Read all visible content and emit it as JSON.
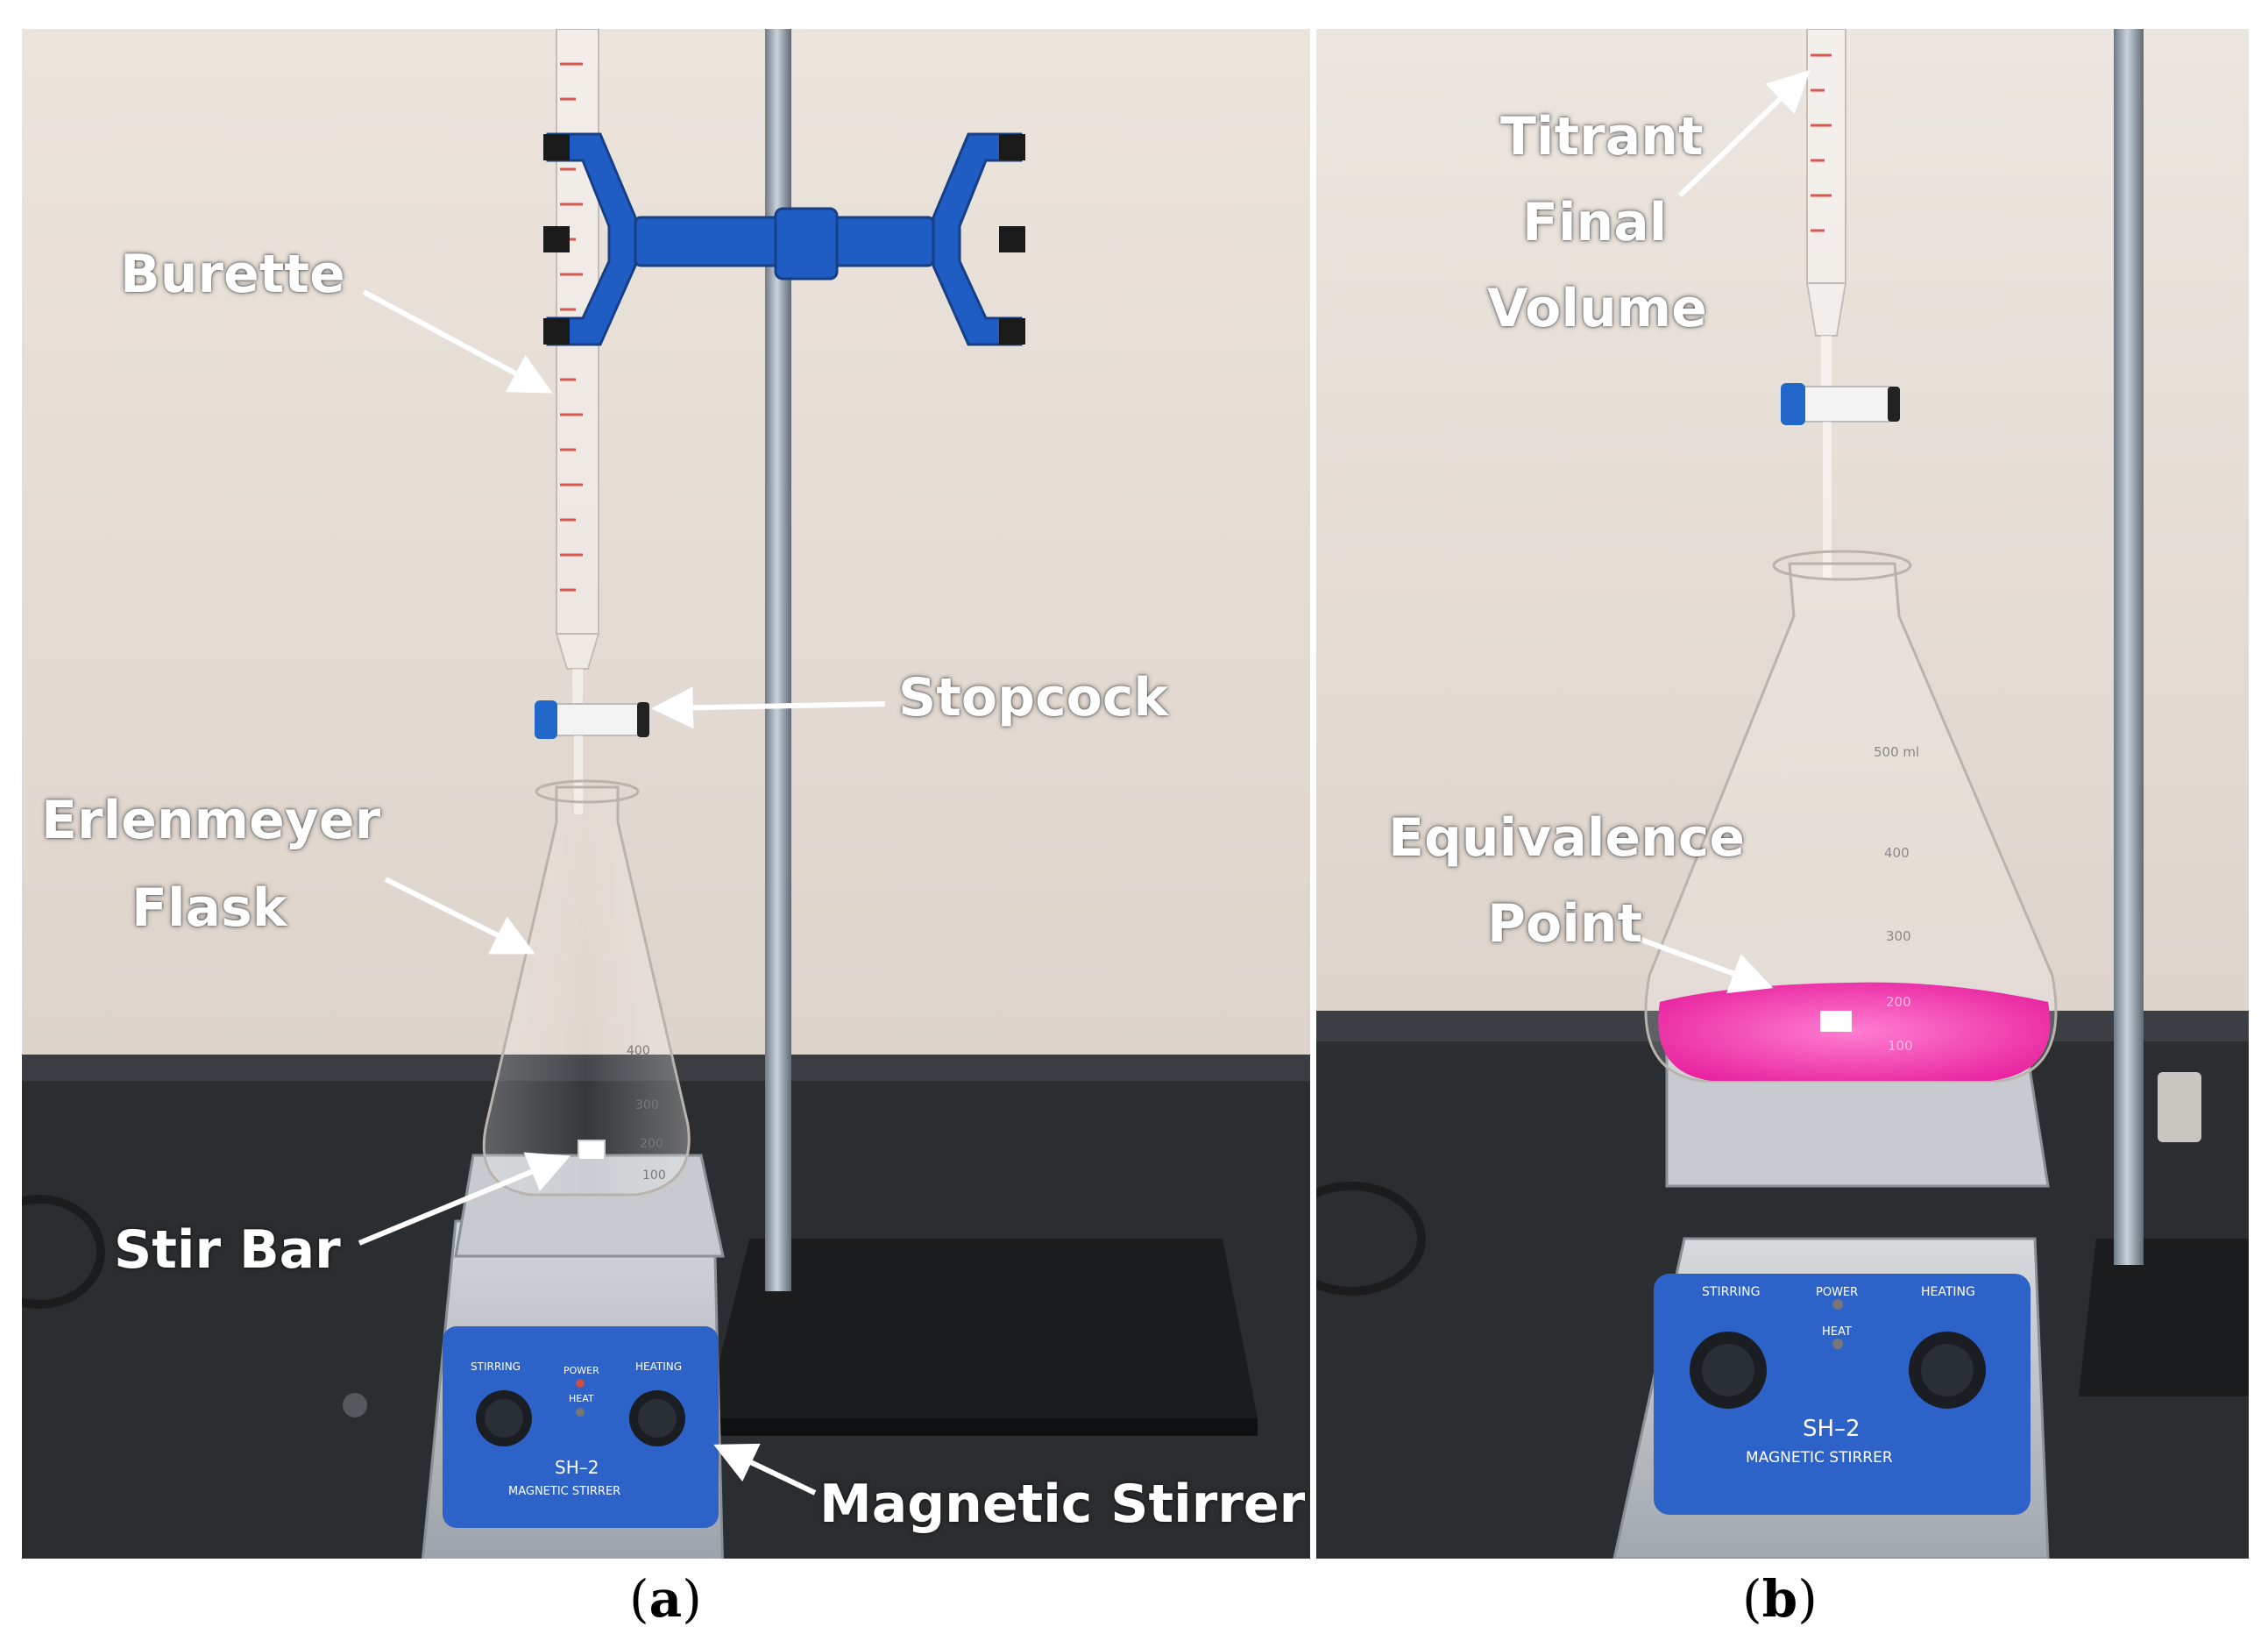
{
  "panel_a": {
    "caption_letter": "a",
    "labels": {
      "burette": "Burette",
      "stopcock": "Stopcock",
      "flask_line1": "Erlenmeyer",
      "flask_line2": "Flask",
      "stir_bar": "Stir Bar",
      "magnetic_stirrer": "Magnetic Stirrer"
    },
    "stirrer": {
      "model": "SH–2",
      "name": "MAGNETIC STIRRER",
      "stirring": "STIRRING",
      "power": "POWER",
      "heat": "HEAT",
      "heating": "HEATING"
    },
    "flask_marks": [
      "400",
      "300",
      "200",
      "100"
    ]
  },
  "panel_b": {
    "caption_letter": "b",
    "labels": {
      "titrant_line1": "Titrant",
      "titrant_line2": "Final",
      "titrant_line3": "Volume",
      "equiv_line1": "Equivalence",
      "equiv_line2": "Point"
    },
    "stirrer": {
      "model": "SH–2",
      "name": "MAGNETIC STIRRER",
      "stirring": "STIRRING",
      "power": "POWER",
      "heat": "HEAT",
      "heating": "HEATING"
    },
    "flask_marks": [
      "500 ml",
      "400",
      "300",
      "200",
      "100"
    ]
  },
  "colors": {
    "wall": "#e4dcd5",
    "bench": "#2a2d30",
    "clamp": "#1f5cc4",
    "stirrer_panel": "#2d63c8",
    "solution": "#f03ab0"
  }
}
